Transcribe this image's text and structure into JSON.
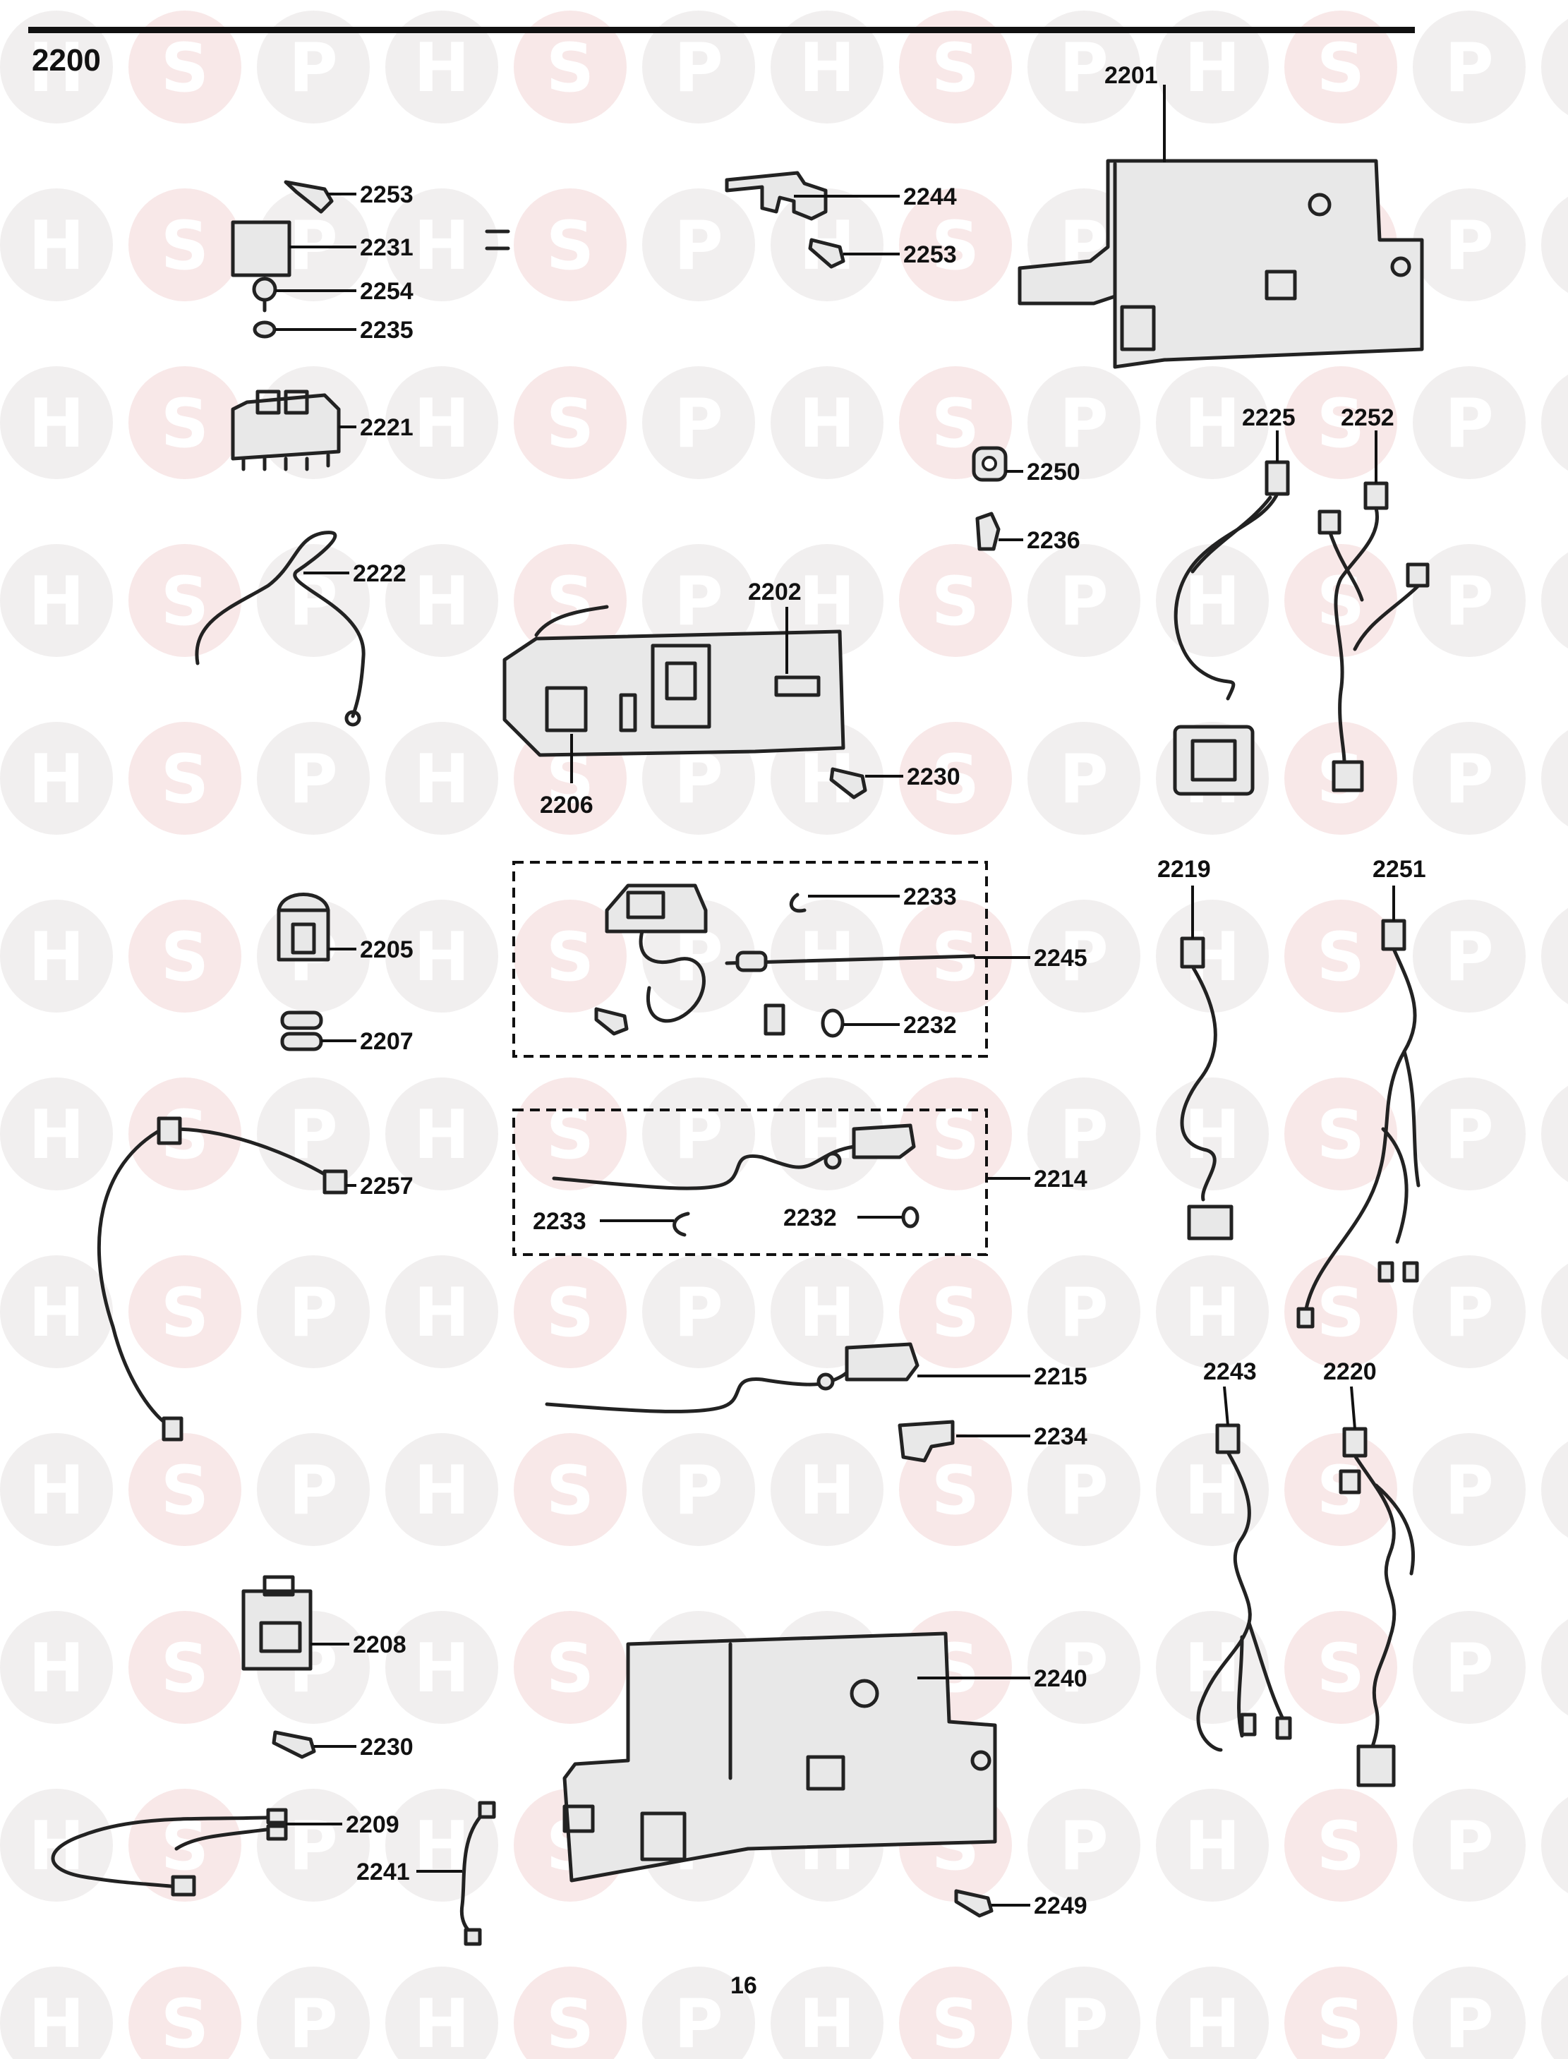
{
  "title": "2200",
  "page_number": "16",
  "watermark": {
    "letters": [
      "H",
      "S",
      "P"
    ],
    "colors": {
      "H": "#e6e2e2",
      "S": "#f3d6d6",
      "P": "#e6e2e2"
    },
    "text_color": "#ffffff"
  },
  "parts": {
    "p2201": "2201",
    "p2253a": "2253",
    "p2244": "2244",
    "p2253b": "2253",
    "p2231": "2231",
    "p2254": "2254",
    "p2235": "2235",
    "p2221": "2221",
    "p2225": "2225",
    "p2252": "2252",
    "p2250": "2250",
    "p2236": "2236",
    "p2222": "2222",
    "p2202": "2202",
    "p2206": "2206",
    "p2230a": "2230",
    "p2219": "2219",
    "p2251": "2251",
    "p2233a": "2233",
    "p2205": "2205",
    "p2245": "2245",
    "p2232a": "2232",
    "p2207": "2207",
    "p2257": "2257",
    "p2214": "2214",
    "p2233b": "2233",
    "p2232b": "2232",
    "p2215": "2215",
    "p2234": "2234",
    "p2243": "2243",
    "p2220": "2220",
    "p2208": "2208",
    "p2240": "2240",
    "p2230b": "2230",
    "p2209": "2209",
    "p2241": "2241",
    "p2249": "2249"
  }
}
